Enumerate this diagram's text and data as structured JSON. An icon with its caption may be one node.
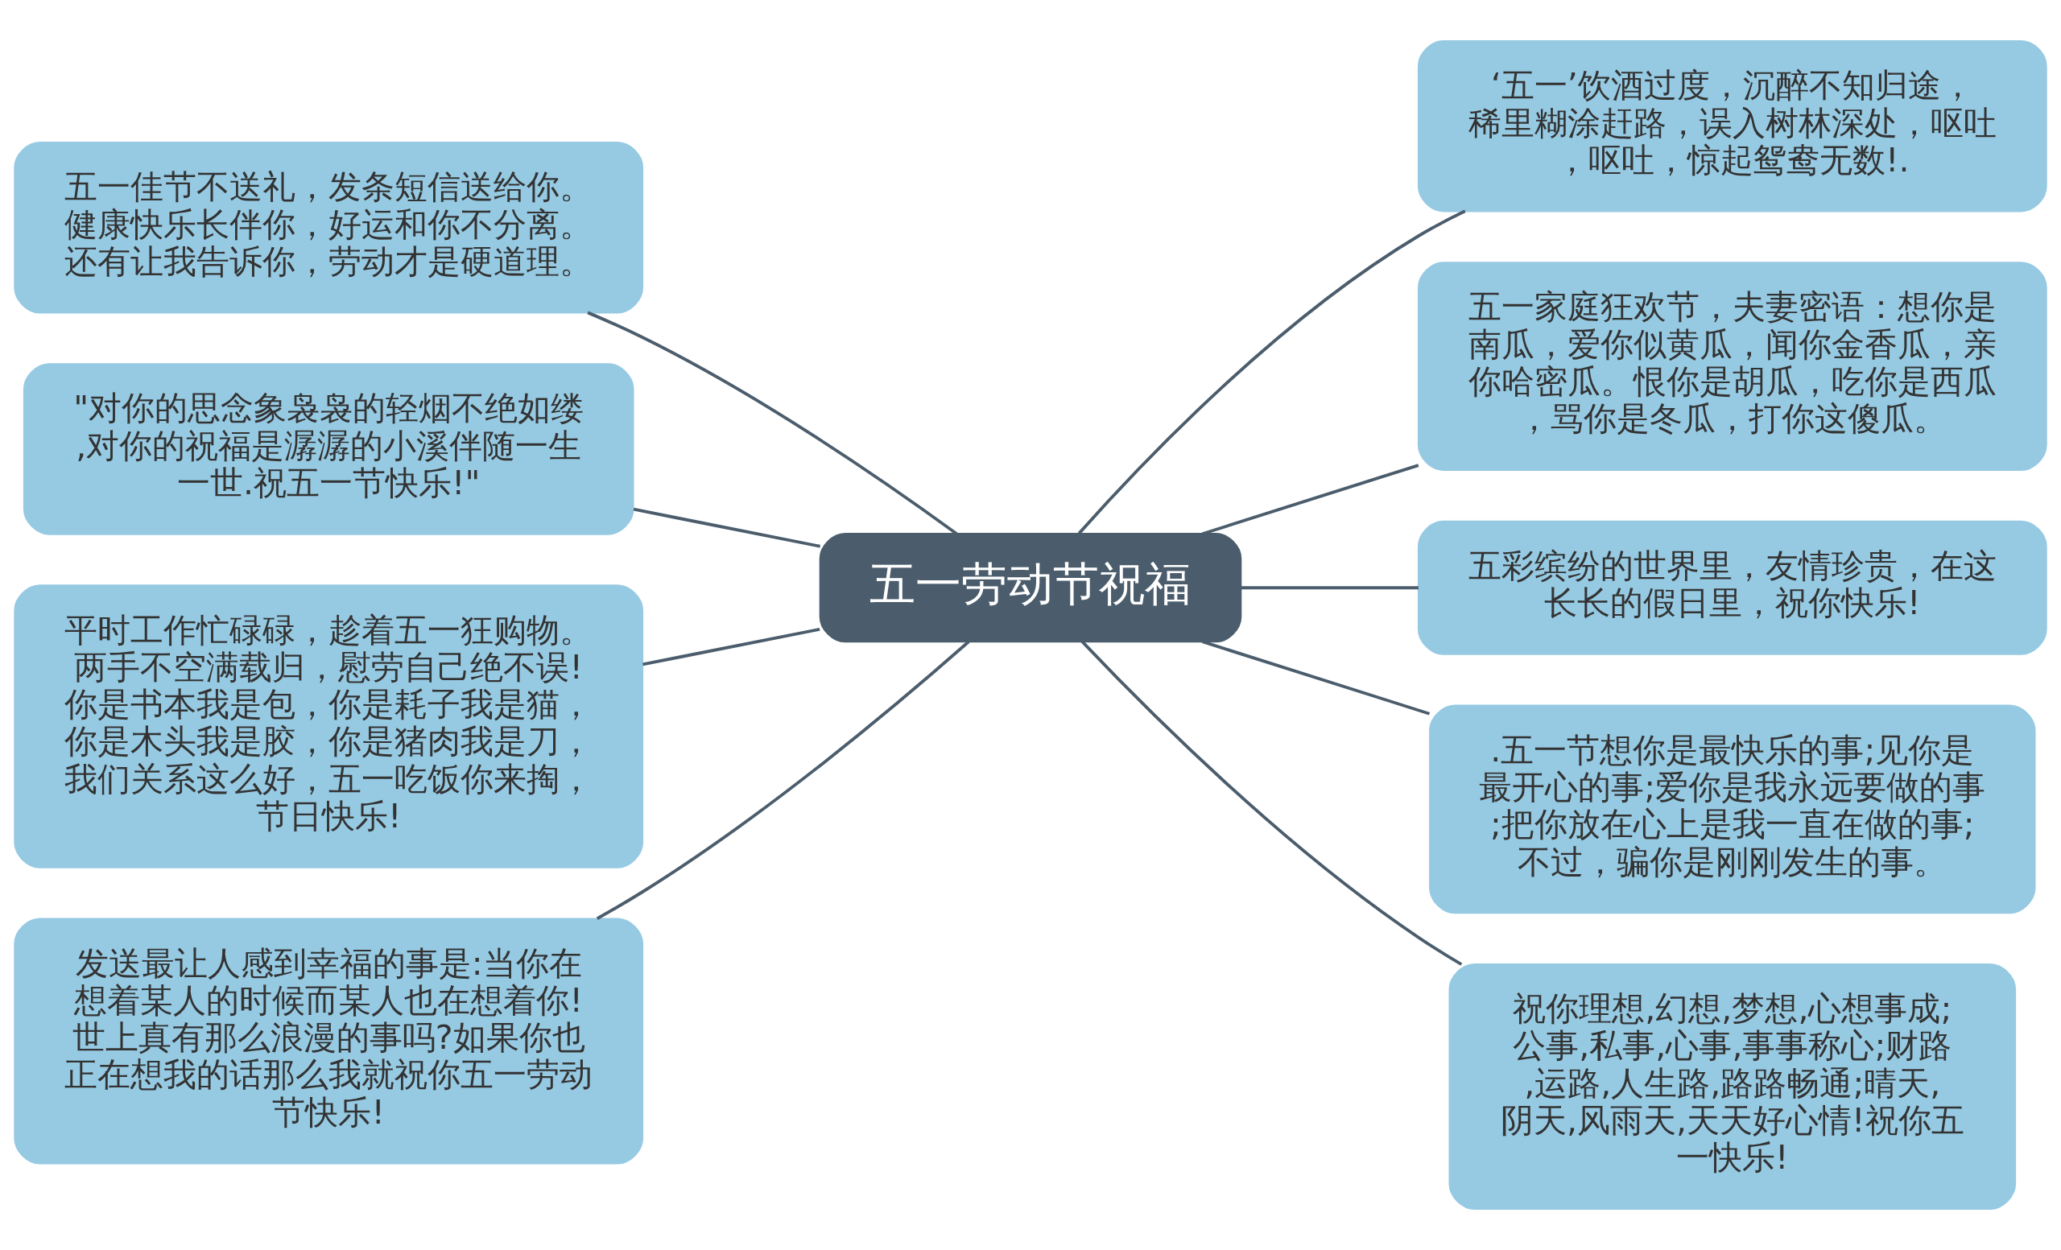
{
  "diagram": {
    "nodes": [
      {
        "text": [
          "五一劳动节祝福"
        ]
      },
      {
        "text": [
          "五一佳节不送礼，发条短信送给你。健康快乐长伴你，好运和你不分离。还有让我告诉你，劳动才是硬道理。"
        ]
      },
      {
        "text": [
          "\"对你的思念象袅袅的轻烟不绝如缕,对你的祝福是潺潺的小溪伴随一生一世.祝五一节快乐!\""
        ]
      },
      {
        "text": [
          "平时工作忙碌碌，趁着五一狂购物。两手不空满载归，慰劳自己绝不误!你是书本我是包，你是耗子我是猫，你是木头我是胶，你是猪肉我是刀，我们关系这么好，五一吃饭你来掏，节日快乐!"
        ]
      },
      {
        "text": [
          "发送最让人感到幸福的事是:当你在想着某人的时候而某人也在想着你!世上真有那么浪漫的事吗?如果你也正在想我的话那么我就祝你五一劳动节快乐!"
        ]
      },
      {
        "text": [
          "‘五一’饮酒过度，沉醉不知归途，稀里糊涂赶路，误入树林深处，呕吐，呕吐，惊起鸳鸯无数!."
        ]
      },
      {
        "text": [
          "五一家庭狂欢节，夫妻密语：想你是南瓜，爱你似黄瓜，闻你金香瓜，亲你哈密瓜。恨你是胡瓜，吃你是西瓜，骂你是冬瓜，打你这傻瓜。"
        ]
      },
      {
        "text": [
          "五彩缤纷的世界里，友情珍贵，在这长长的假日里，祝你快乐!"
        ]
      },
      {
        "text": [
          ".五一节想你是最快乐的事;见你是最开心的事;爱你是我永远要做的事;把你放在心上是我一直在做的事;不过，骗你是刚刚发生的事。"
        ]
      },
      {
        "text": [
          "祝你理想,幻想,梦想,心想事成;公事,私事,心事,事事称心;财路,运路,人生路,路路畅通;晴天,阴天,风雨天,天天好心情!祝你五一快乐!"
        ]
      }
    ],
    "edges": [
      {
        "from": 0,
        "to": 1,
        "arrow": "none"
      },
      {
        "from": 0,
        "to": 2,
        "arrow": "none"
      },
      {
        "from": 0,
        "to": 3,
        "arrow": "none"
      },
      {
        "from": 0,
        "to": 4,
        "arrow": "none"
      },
      {
        "from": 0,
        "to": 5,
        "arrow": "none"
      },
      {
        "from": 0,
        "to": 6,
        "arrow": "none"
      },
      {
        "from": 0,
        "to": 7,
        "arrow": "none"
      },
      {
        "from": 0,
        "to": 8,
        "arrow": "none"
      },
      {
        "from": 0,
        "to": 9,
        "arrow": "none"
      }
    ]
  }
}
